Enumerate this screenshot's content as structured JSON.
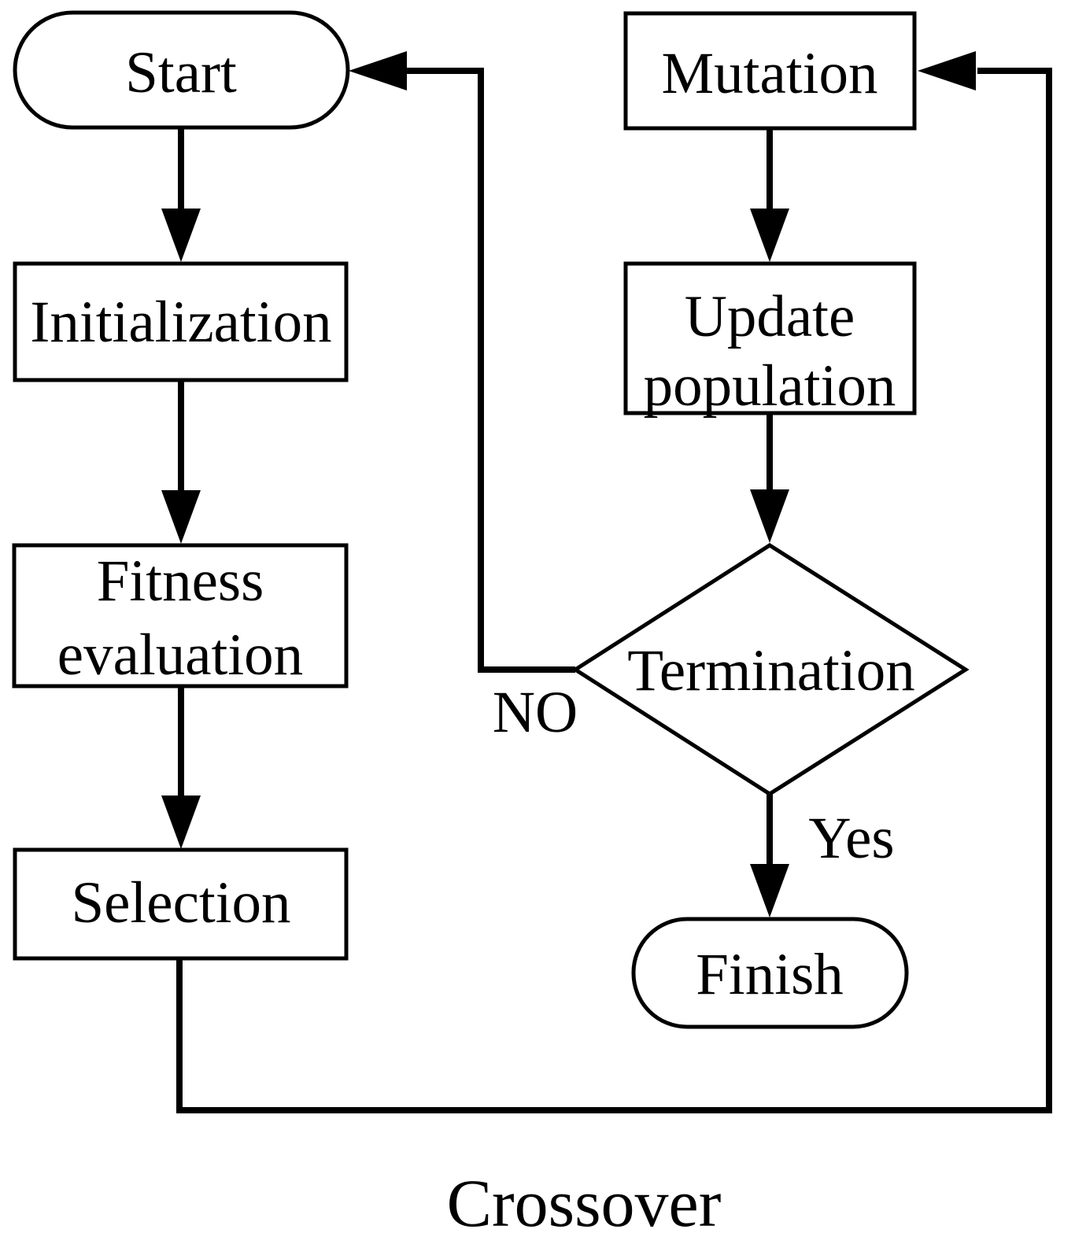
{
  "figure": {
    "type": "flowchart",
    "background_color": "#ffffff",
    "stroke_color": "#000000",
    "nodes": {
      "start": {
        "label": "Start",
        "shape": "terminator"
      },
      "initialization": {
        "label": "Initialization",
        "shape": "process"
      },
      "fitness_evaluation": {
        "label_line1": "Fitness",
        "label_line2": "evaluation",
        "shape": "process"
      },
      "selection": {
        "label": "Selection",
        "shape": "process"
      },
      "mutation": {
        "label": "Mutation",
        "shape": "process"
      },
      "update_population": {
        "label_line1": "Update",
        "label_line2": "population",
        "shape": "process"
      },
      "termination": {
        "label": "Termination",
        "shape": "decision"
      },
      "finish": {
        "label": "Finish",
        "shape": "terminator"
      }
    },
    "edge_labels": {
      "no": "NO",
      "yes": "Yes",
      "crossover": "Crossover"
    }
  }
}
